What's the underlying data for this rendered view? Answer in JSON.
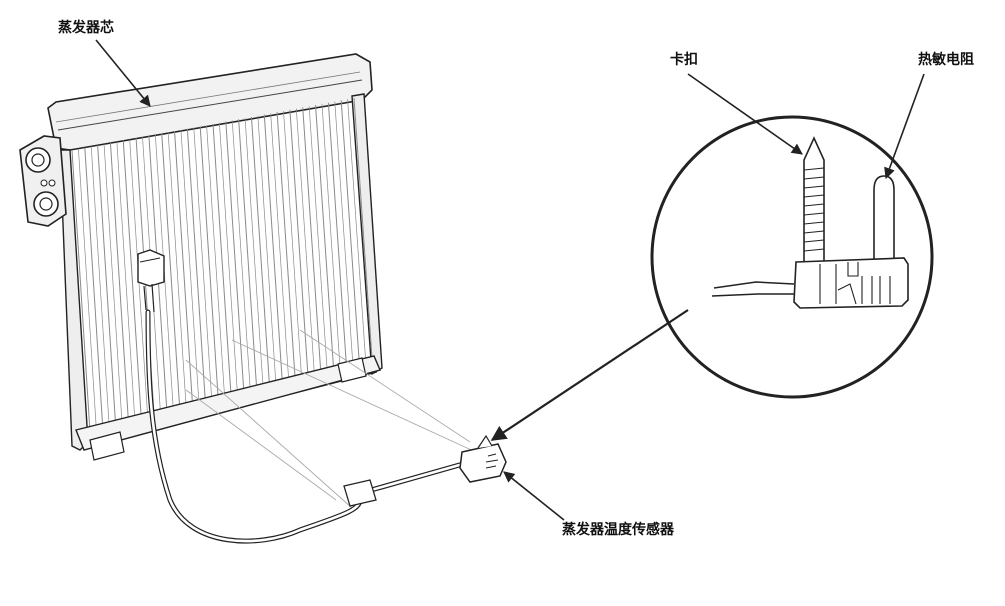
{
  "labels": {
    "evaporator_core": "蒸发器芯",
    "clip": "卡扣",
    "thermistor": "热敏电阻",
    "evaporator_temp_sensor": "蒸发器温度传感器"
  },
  "colors": {
    "line": "#222222",
    "fin": "#8a8a8a",
    "fill": "#ffffff",
    "shade": "#e6e6e6"
  }
}
